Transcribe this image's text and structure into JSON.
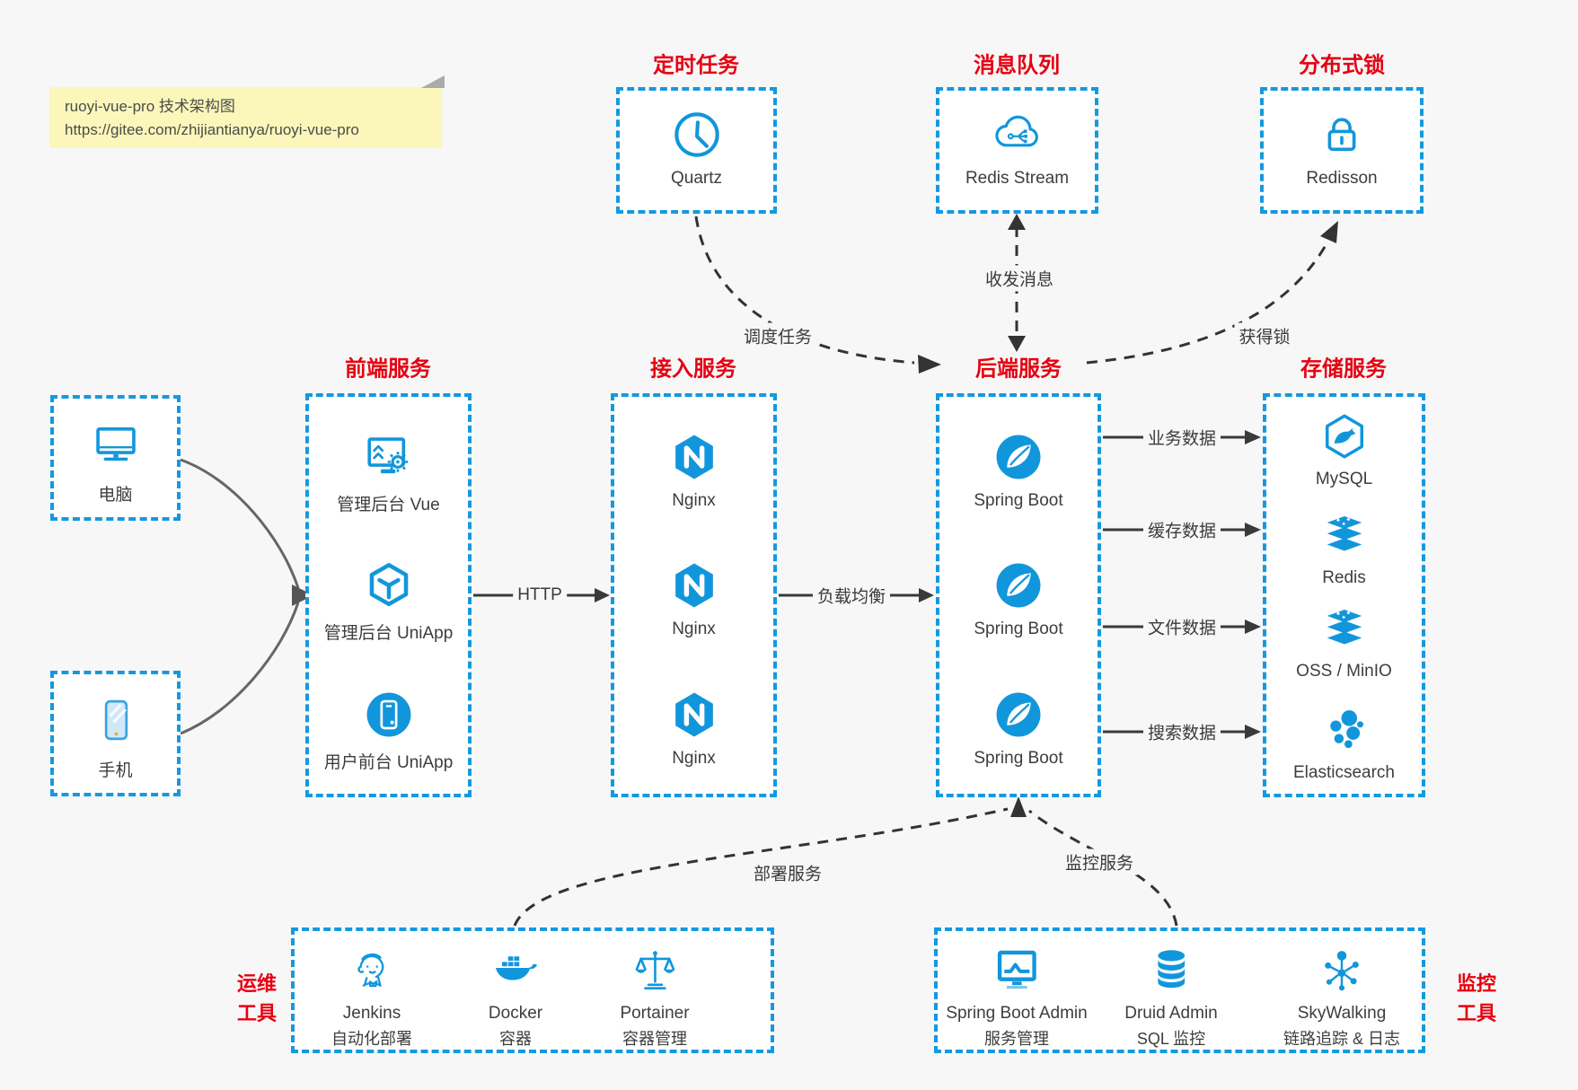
{
  "note": {
    "line1": "ruoyi-vue-pro 技术架构图",
    "line2": "https://gitee.com/zhijiantianya/ruoyi-vue-pro"
  },
  "top_services": [
    {
      "title": "定时任务",
      "label": "Quartz",
      "icon": "clock-icon"
    },
    {
      "title": "消息队列",
      "label": "Redis Stream",
      "icon": "redis-stream-cloud-icon"
    },
    {
      "title": "分布式锁",
      "label": "Redisson",
      "icon": "lock-icon"
    }
  ],
  "clients": [
    {
      "label": "电脑",
      "icon": "desktop-icon"
    },
    {
      "label": "手机",
      "icon": "mobile-icon"
    }
  ],
  "frontend": {
    "title": "前端服务",
    "items": [
      {
        "label": "管理后台 Vue",
        "icon": "admin-vue-icon"
      },
      {
        "label": "管理后台 UniApp",
        "icon": "uniapp-cube-icon"
      },
      {
        "label": "用户前台 UniApp",
        "icon": "user-uniapp-icon"
      }
    ]
  },
  "gateway": {
    "title": "接入服务",
    "items": [
      {
        "label": "Nginx",
        "icon": "nginx-icon"
      },
      {
        "label": "Nginx",
        "icon": "nginx-icon"
      },
      {
        "label": "Nginx",
        "icon": "nginx-icon"
      }
    ]
  },
  "backend": {
    "title": "后端服务",
    "items": [
      {
        "label": "Spring Boot",
        "icon": "spring-boot-icon"
      },
      {
        "label": "Spring Boot",
        "icon": "spring-boot-icon"
      },
      {
        "label": "Spring Boot",
        "icon": "spring-boot-icon"
      }
    ]
  },
  "storage": {
    "title": "存储服务",
    "items": [
      {
        "label": "MySQL",
        "icon": "mysql-icon"
      },
      {
        "label": "Redis",
        "icon": "redis-icon"
      },
      {
        "label": "OSS / MinIO",
        "icon": "oss-minio-icon"
      },
      {
        "label": "Elasticsearch",
        "icon": "elasticsearch-icon"
      }
    ]
  },
  "ops": {
    "title_line1": "运维",
    "title_line2": "工具",
    "items": [
      {
        "name": "Jenkins",
        "desc": "自动化部署",
        "icon": "jenkins-icon"
      },
      {
        "name": "Docker",
        "desc": "容器",
        "icon": "docker-whale-icon"
      },
      {
        "name": "Portainer",
        "desc": "容器管理",
        "icon": "portainer-scales-icon"
      }
    ]
  },
  "monitoring": {
    "title_line1": "监控",
    "title_line2": "工具",
    "items": [
      {
        "name": "Spring Boot Admin",
        "desc": "服务管理",
        "icon": "spring-boot-admin-icon"
      },
      {
        "name": "Druid Admin",
        "desc": "SQL 监控",
        "icon": "druid-database-icon"
      },
      {
        "name": "SkyWalking",
        "desc": "链路追踪 & 日志",
        "icon": "skywalking-icon"
      }
    ]
  },
  "edges": {
    "http": "HTTP",
    "load_balance": "负载均衡",
    "business_data": "业务数据",
    "cache_data": "缓存数据",
    "file_data": "文件数据",
    "search_data": "搜索数据",
    "schedule_task": "调度任务",
    "send_receive_message": "收发消息",
    "acquire_lock": "获得锁",
    "deploy_service": "部署服务",
    "monitor_service": "监控服务"
  },
  "colors": {
    "accent_blue": "#1296db",
    "accent_red": "#e60012",
    "background": "#f7f7f7",
    "note_bg": "#fbf7ba"
  }
}
